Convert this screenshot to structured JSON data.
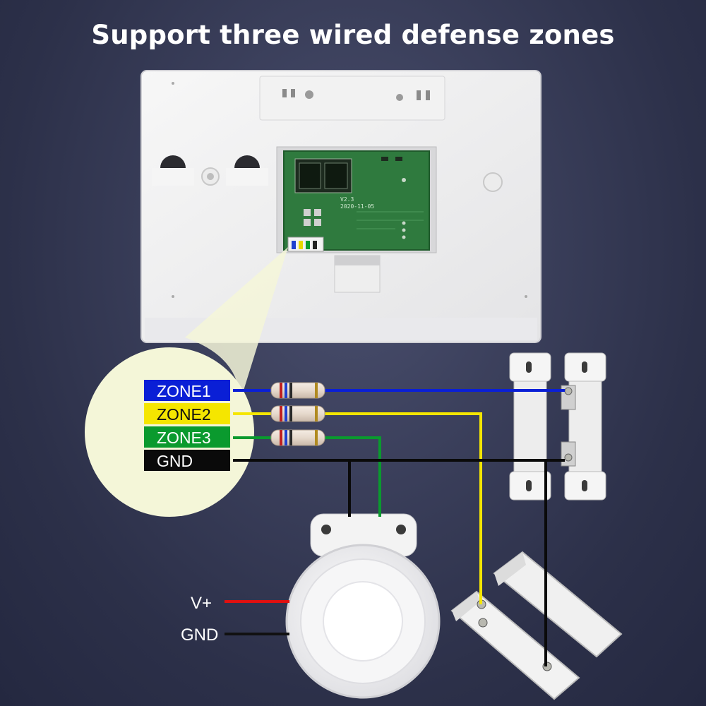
{
  "header": {
    "title": "Support three wired defense zones"
  },
  "panel": {
    "pcb_version": "V2.3",
    "pcb_date": "2020-11-05"
  },
  "zones": [
    {
      "label": "ZONE1",
      "color": "#0a1fd6",
      "text_color": "#ffffff"
    },
    {
      "label": "ZONE2",
      "color": "#f5e600",
      "text_color": "#111111"
    },
    {
      "label": "ZONE3",
      "color": "#0a9a2e",
      "text_color": "#ffffff"
    },
    {
      "label": "GND",
      "color": "#0a0a0a",
      "text_color": "#ffffff"
    }
  ],
  "siren": {
    "vplus_label": "V+",
    "gnd_label": "GND",
    "vplus_color": "#e01010",
    "gnd_color": "#111111"
  },
  "colors": {
    "background": "#2c3049",
    "highlight": "#f4f6d8"
  }
}
